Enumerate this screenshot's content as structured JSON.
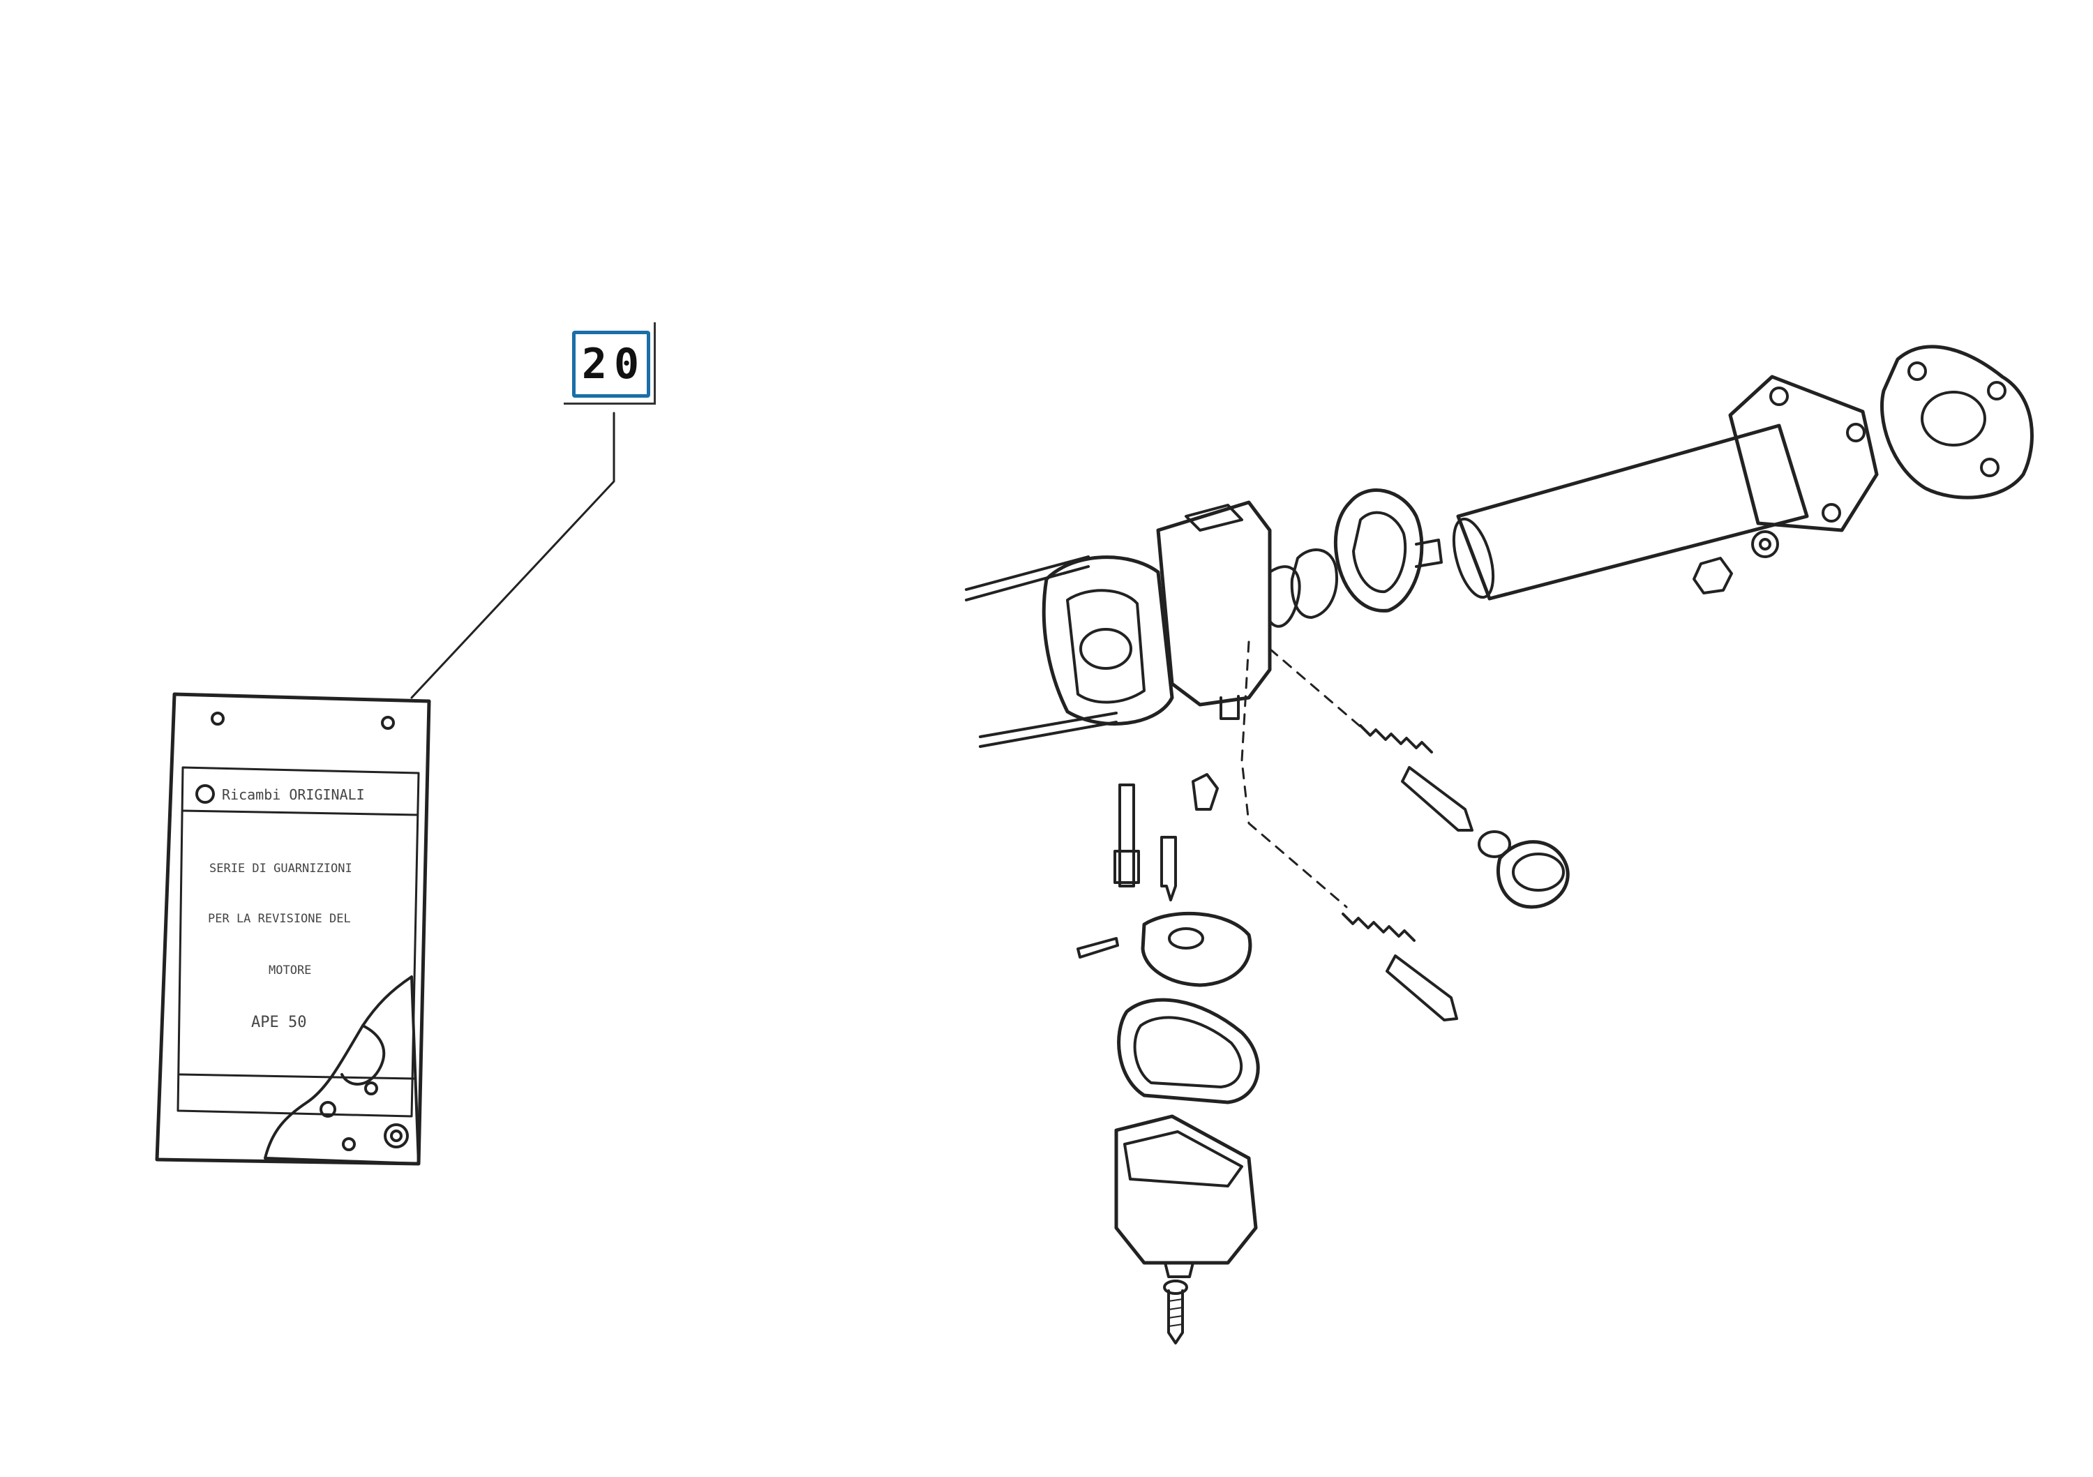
{
  "callout": {
    "number": "20",
    "accent_color": "#1a6fa8"
  },
  "booklet": {
    "header": "Ricambi ORIGINALI",
    "line1": "SERIE DI GUARNIZIONI",
    "line2": "PER LA REVISIONE DEL",
    "line3": "MOTORE",
    "line4": "APE 50"
  },
  "style": {
    "stroke": "#222222"
  }
}
